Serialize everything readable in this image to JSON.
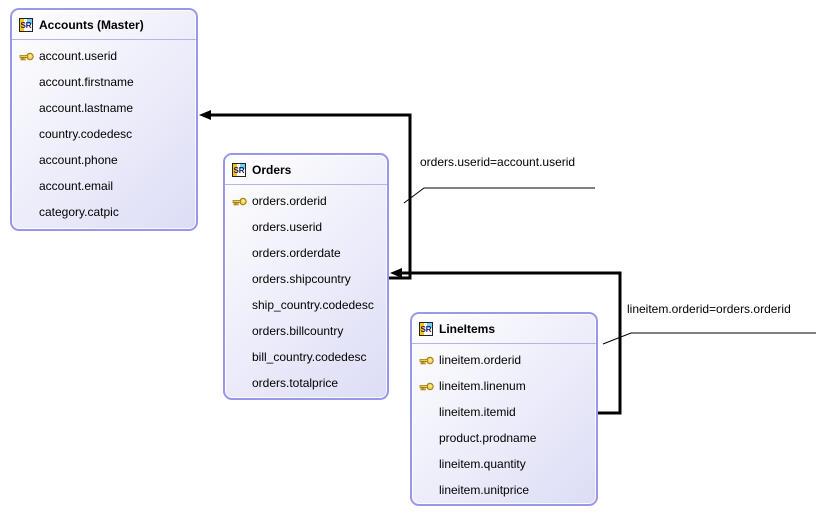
{
  "diagram": {
    "type": "database-relation-graph",
    "icons": {
      "table_icon_text": "SR"
    },
    "tables": [
      {
        "title": "Accounts (Master)",
        "fields": [
          {
            "label": "account.userid",
            "pk": true
          },
          {
            "label": "account.firstname",
            "pk": false
          },
          {
            "label": "account.lastname",
            "pk": false
          },
          {
            "label": "country.codedesc",
            "pk": false
          },
          {
            "label": "account.phone",
            "pk": false
          },
          {
            "label": "account.email",
            "pk": false
          },
          {
            "label": "category.catpic",
            "pk": false
          }
        ]
      },
      {
        "title": "Orders",
        "fields": [
          {
            "label": "orders.orderid",
            "pk": true
          },
          {
            "label": "orders.userid",
            "pk": false
          },
          {
            "label": "orders.orderdate",
            "pk": false
          },
          {
            "label": "orders.shipcountry",
            "pk": false
          },
          {
            "label": "ship_country.codedesc",
            "pk": false
          },
          {
            "label": "orders.billcountry",
            "pk": false
          },
          {
            "label": "bill_country.codedesc",
            "pk": false
          },
          {
            "label": "orders.totalprice",
            "pk": false
          }
        ]
      },
      {
        "title": "LineItems",
        "fields": [
          {
            "label": "lineitem.orderid",
            "pk": true
          },
          {
            "label": "lineitem.linenum",
            "pk": true
          },
          {
            "label": "lineitem.itemid",
            "pk": false
          },
          {
            "label": "product.prodname",
            "pk": false
          },
          {
            "label": "lineitem.quantity",
            "pk": false
          },
          {
            "label": "lineitem.unitprice",
            "pk": false
          }
        ]
      }
    ],
    "relations": [
      {
        "label": "orders.userid=account.userid",
        "from": "Orders",
        "to": "Accounts (Master)"
      },
      {
        "label": "lineitem.orderid=orders.orderid",
        "from": "LineItems",
        "to": "Orders"
      }
    ],
    "colors": {
      "canvas_bg": "#ffffff",
      "node_border": "#9898ea",
      "node_fill_light": "#ffffff",
      "node_fill_dark": "#dcdcf6",
      "header_divider": "#b4b4ec",
      "wire": "#000000",
      "pk_icon_gold": "#f0c243",
      "icon_yellow": "#f6c51c",
      "icon_cyan": "#6fd0f6"
    }
  }
}
